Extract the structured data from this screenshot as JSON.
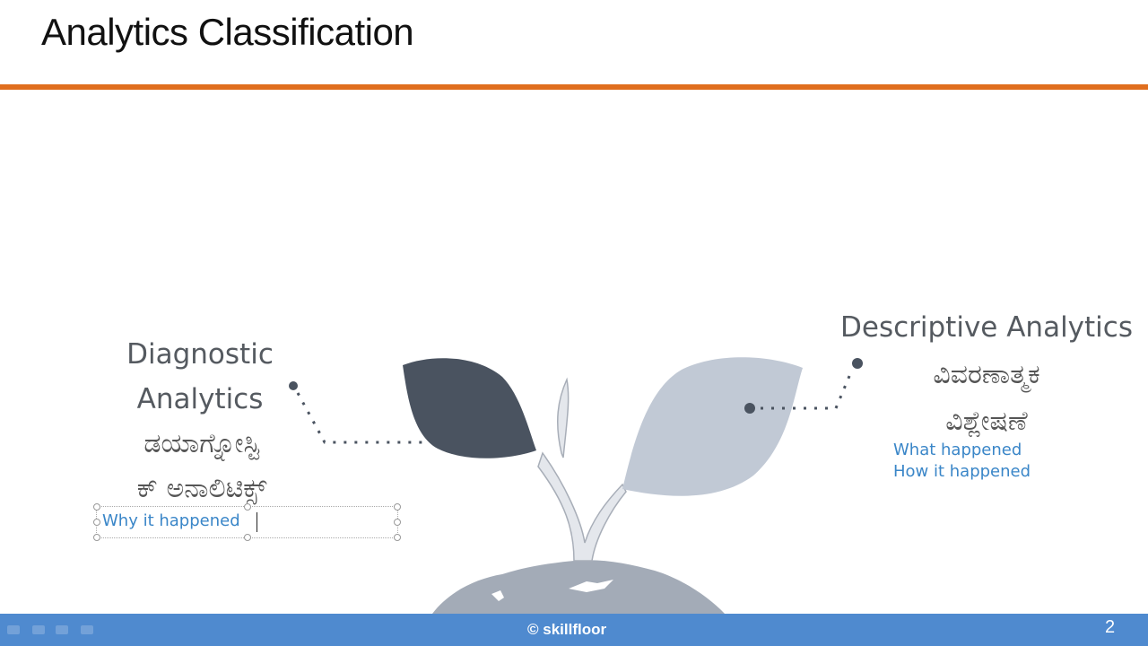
{
  "slide": {
    "title": "Analytics Classification",
    "accent_color": "#e06e1e",
    "footer_color": "#4f8acf",
    "page_number": "2",
    "brand": "© skillfloor"
  },
  "left_item": {
    "title_line1": "Diagnostic",
    "title_line2": "Analytics",
    "kannada_line1": "ಡಯಾಗ್ನೋಸ್ಟಿ",
    "kannada_line2": "ಕ್ ಅನಾಲಿಟಿಕ್ಸ್",
    "description": "Why it happened",
    "leaf_color": "#4a5360"
  },
  "right_item": {
    "title": "Descriptive Analytics",
    "kannada_line1": "ವಿವರಣಾತ್ಮಕ",
    "kannada_line2": "ವಿಶ್ಲೇಷಣೆ",
    "description_line1": "What happened",
    "description_line2": "How it happened",
    "leaf_color": "#c1c9d5"
  },
  "presenter_toolbar": {
    "icons": [
      "back-icon",
      "pen-icon",
      "slides-icon",
      "more-icon"
    ]
  }
}
